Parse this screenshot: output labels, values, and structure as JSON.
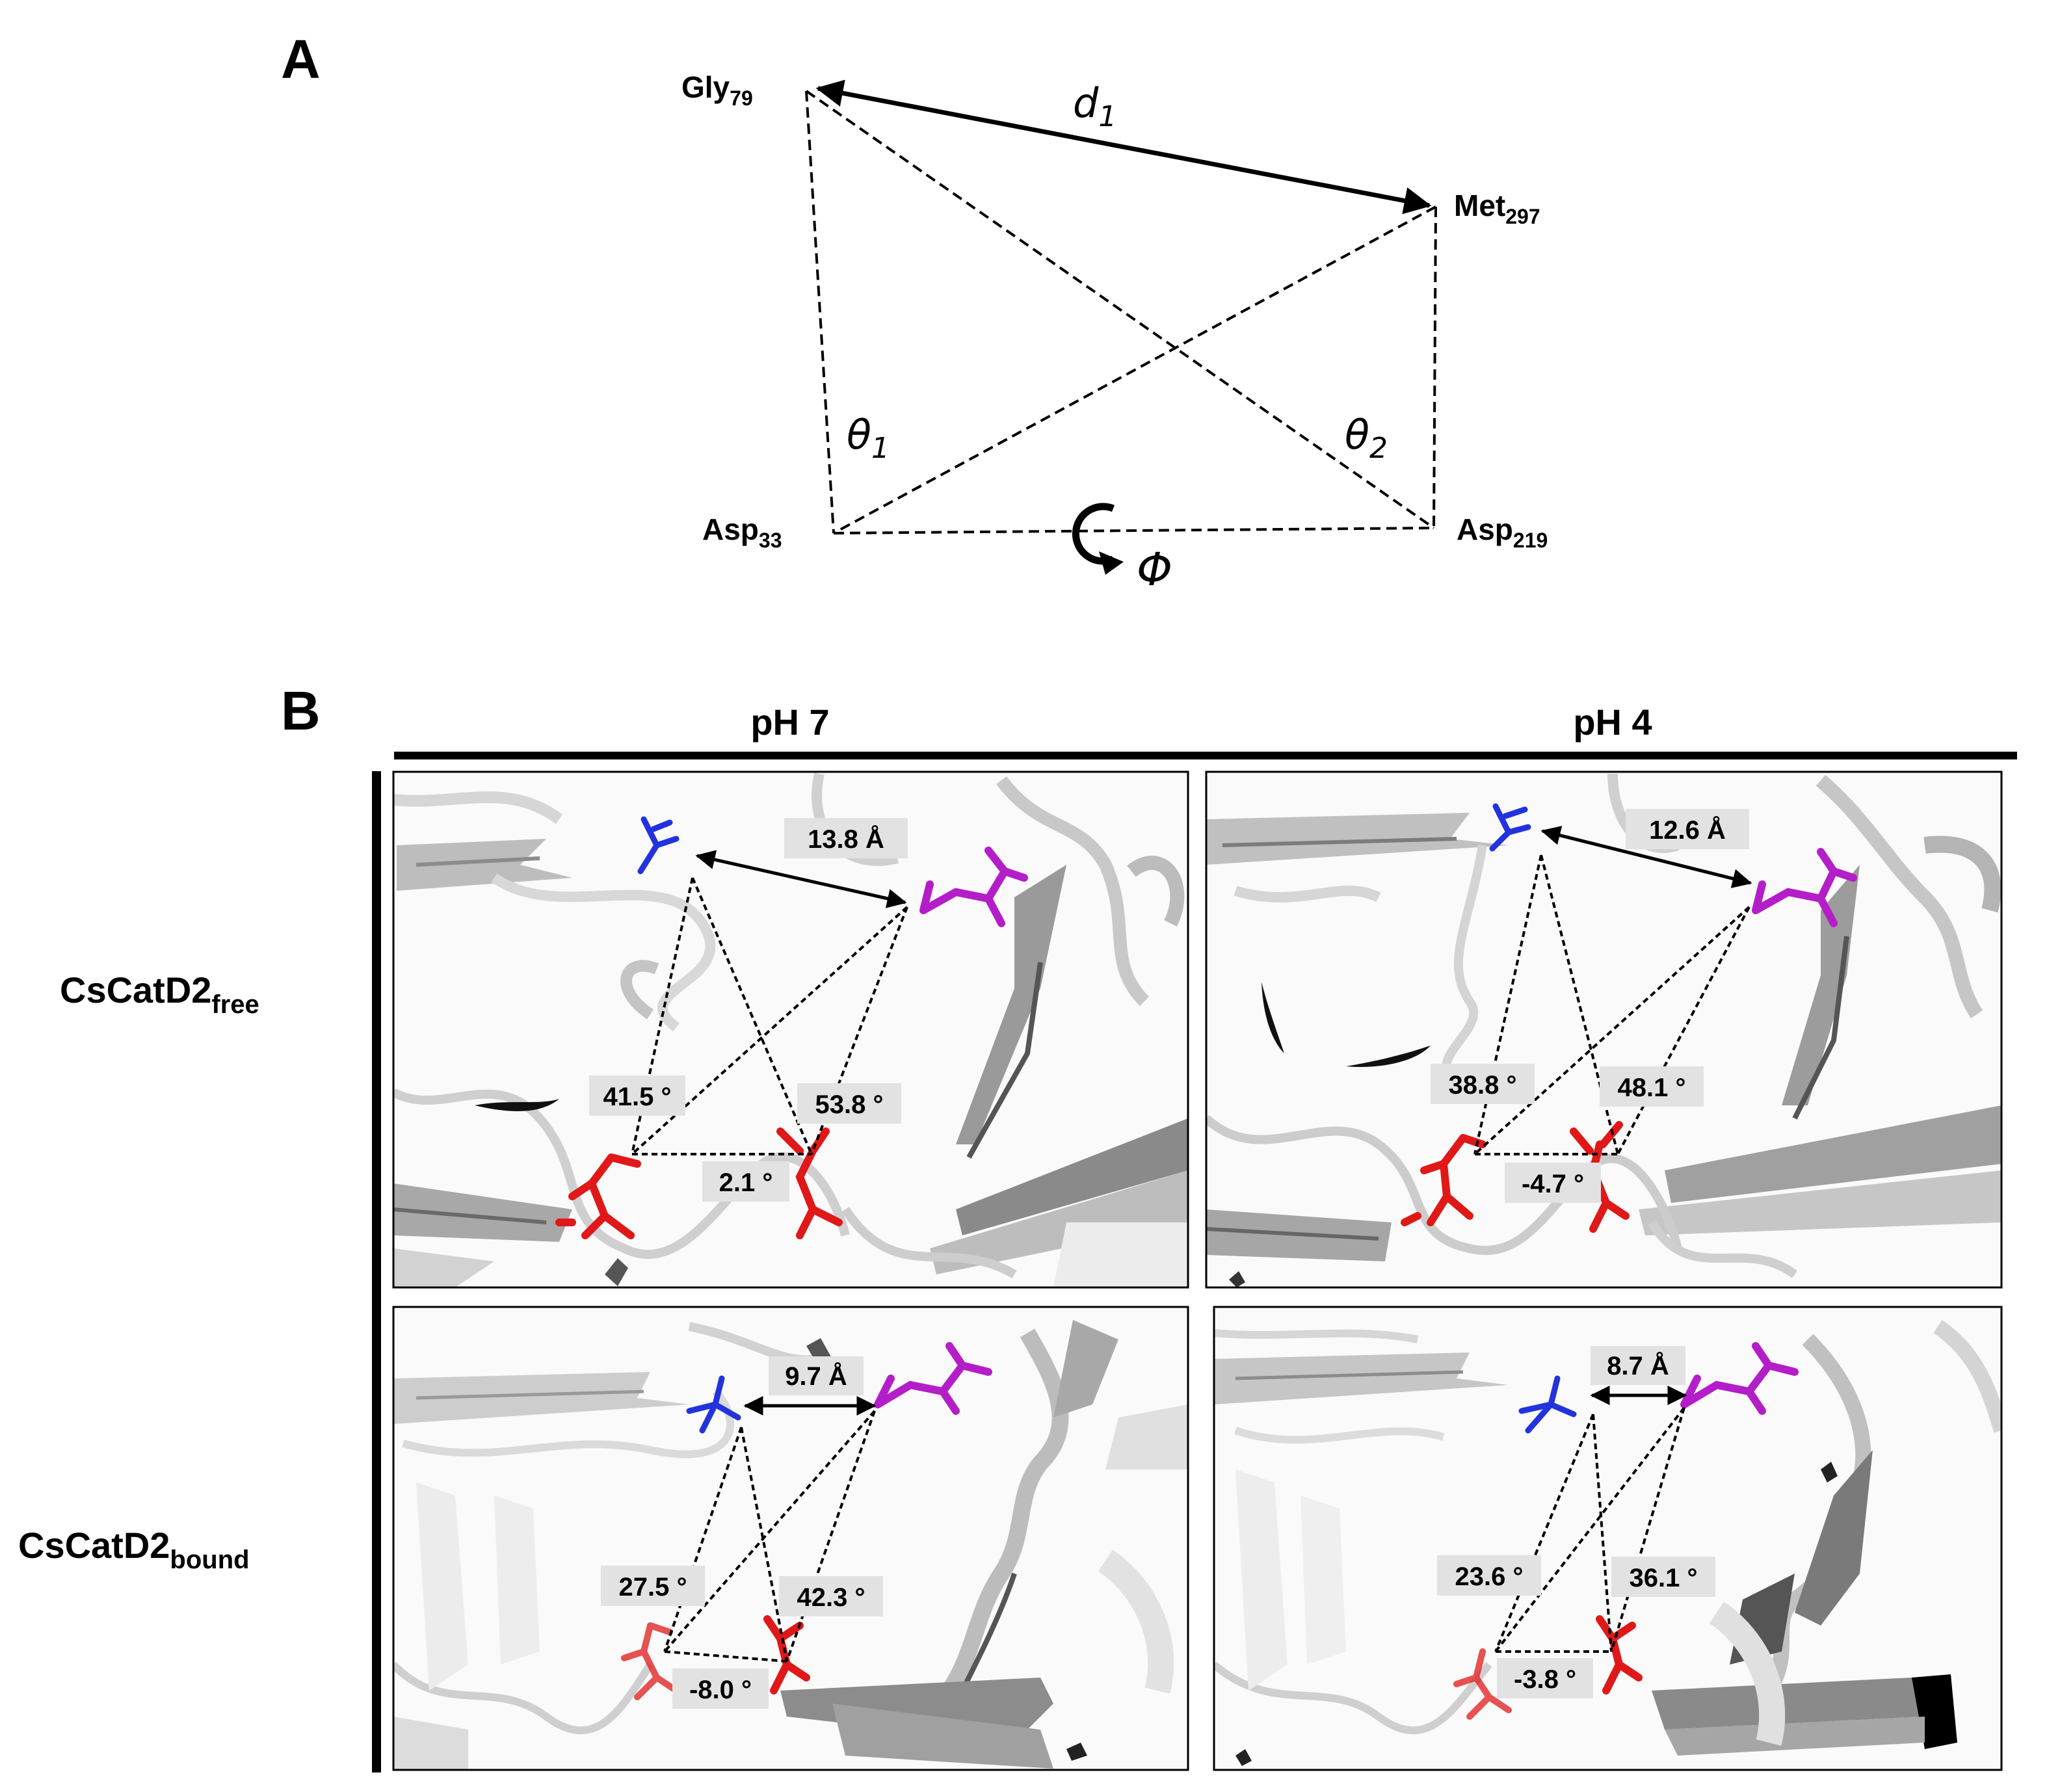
{
  "panel_a": {
    "label": "A",
    "nodes": {
      "gly": {
        "name": "Gly",
        "sub": "79"
      },
      "met": {
        "name": "Met",
        "sub": "297"
      },
      "asp33": {
        "name": "Asp",
        "sub": "33"
      },
      "asp219": {
        "name": "Asp",
        "sub": "219"
      }
    },
    "d1": {
      "main": "d",
      "sub": "1"
    },
    "theta1": {
      "main": "θ",
      "sub": "1"
    },
    "theta2": {
      "main": "θ",
      "sub": "2"
    },
    "phi": "Φ"
  },
  "panel_b": {
    "label": "B",
    "columns": [
      "pH 7",
      "pH 4"
    ],
    "rows": [
      {
        "name": "CsCatD2",
        "sub": "free"
      },
      {
        "name": "CsCatD2",
        "sub": "bound"
      }
    ],
    "cells": [
      {
        "distance": "13.8 Å",
        "theta1": "41.5 °",
        "theta2": "53.8 °",
        "phi": "2.1 °"
      },
      {
        "distance": "12.6 Å",
        "theta1": "38.8 °",
        "theta2": "48.1 °",
        "phi": "-4.7 °"
      },
      {
        "distance": "9.7 Å",
        "theta1": "27.5 °",
        "theta2": "42.3 °",
        "phi": "-8.0 °"
      },
      {
        "distance": "8.7 Å",
        "theta1": "23.6 °",
        "theta2": "36.1 °",
        "phi": "-3.8 °"
      }
    ]
  },
  "colors": {
    "gly79": "#2233dd",
    "met297": "#b41ec8",
    "asp": "#e01818",
    "ribbon_light": "#dcdcdc",
    "ribbon_mid": "#9a9a9a",
    "ribbon_dark": "#555555",
    "label_box": "#e2e2e2"
  }
}
